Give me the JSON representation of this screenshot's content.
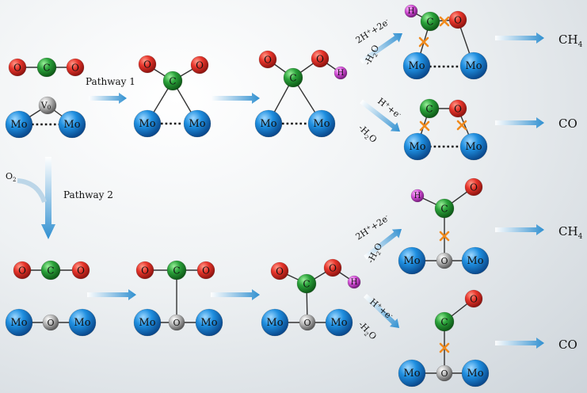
{
  "atoms": {
    "O": "O",
    "C": "C",
    "H": "H",
    "Mo": "Mo",
    "V": "V",
    "V_sub": "0"
  },
  "labels": {
    "pathway1": "Pathway 1",
    "pathway2": "Pathway 2",
    "o2": "O",
    "o2_sub": "2"
  },
  "products": {
    "ch4": "CH",
    "ch4_sub": "4",
    "co": "CO"
  },
  "conditions": {
    "two_h": "2H",
    "two_e": "+2e",
    "h": "H",
    "e": "+e",
    "plus": "+",
    "minus": "-",
    "water_pre": "-H",
    "water_sub": "2",
    "water_post": "O"
  },
  "colors": {
    "oxygen": "#e8352b",
    "carbon": "#2aa23a",
    "molybdenum": "#1f8fe0",
    "vacancy": "#a8a8a8",
    "hydrogen": "#d24fd6",
    "bond_break": "#f08a1c",
    "arrow": "#4aa3d8"
  }
}
